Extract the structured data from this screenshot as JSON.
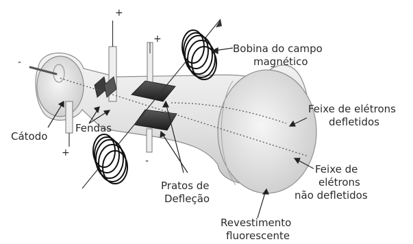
{
  "labels": {
    "bobina_line1": "Bobina do campo",
    "bobina_line2": "magnético",
    "feixe_defl_line1": "Feixe de elétrons",
    "feixe_defl_line2": "defletidos",
    "feixe_nao_line1": "Feixe de",
    "feixe_nao_line2": "elétrons",
    "feixe_nao_line3": "não defletidos",
    "catodo": "Cátodo",
    "fendas": "Fendas",
    "pratos_line1": "Pratos de",
    "pratos_line2": "Defleção",
    "revest_line1": "Revestimento",
    "revest_line2": "fluorescente"
  },
  "signs": {
    "cathode_minus": "-",
    "top_rod_plus": "+",
    "top_plate_plus": "+",
    "bottom_rod_plus": "+",
    "bottom_plate_minus": "-"
  }
}
